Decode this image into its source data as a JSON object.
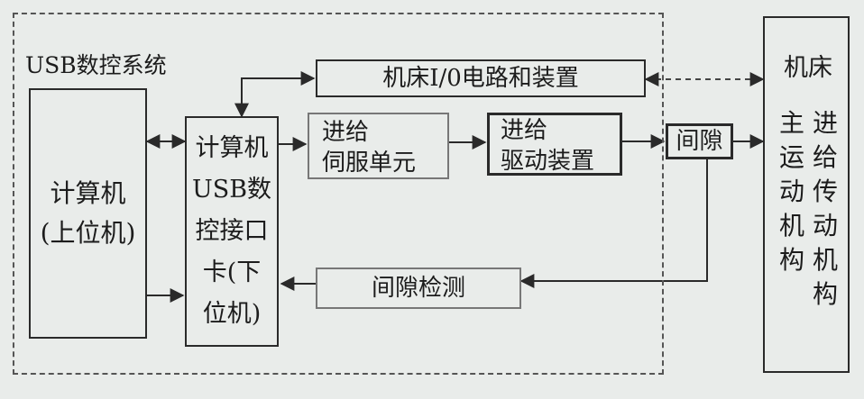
{
  "system": {
    "label": "USB数控系统"
  },
  "blocks": {
    "host_pc": "计算机\n(上位机)",
    "usb_card": "计算机\nUSB数\n控接口\n卡(下\n位机)",
    "machine_io": "机床I/0电路和装置",
    "servo_unit": "进给\n伺服单元",
    "drive_device": "进给\n驱动装置",
    "gap": "间隙",
    "gap_detect": "间隙检测"
  },
  "machine": {
    "title": "机床",
    "main_motion": "主\n运\n动\n机\n构",
    "feed_transmission": "进\n给\n传\n动\n机\n构"
  }
}
